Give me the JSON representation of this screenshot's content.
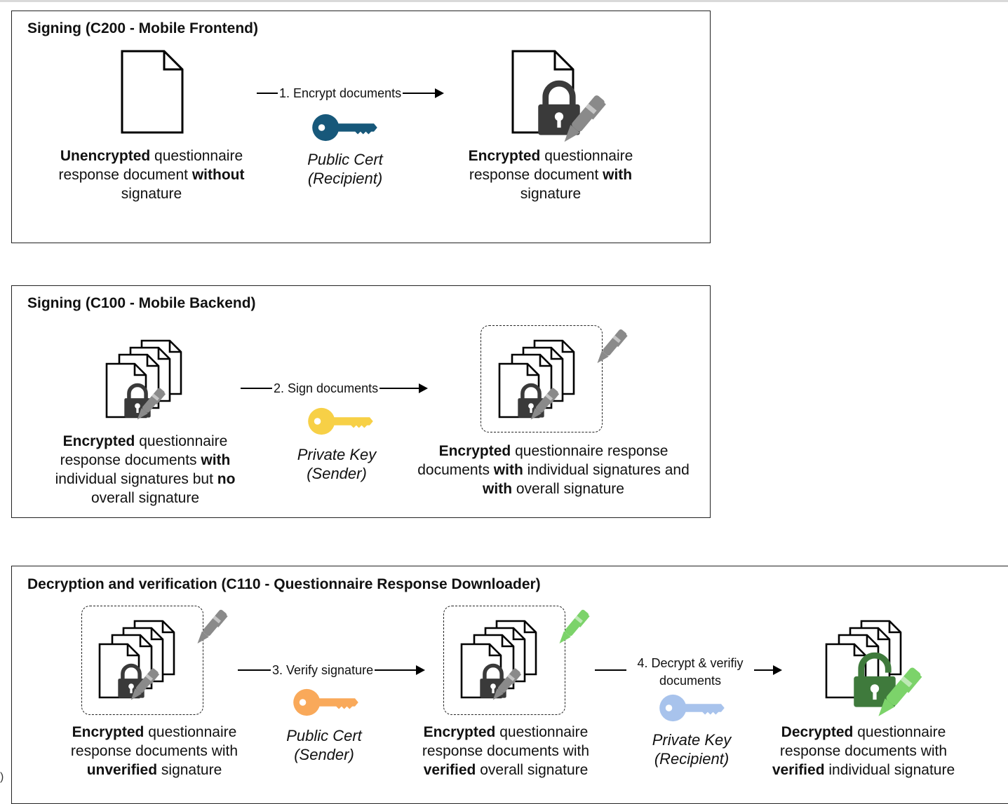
{
  "panels": [
    {
      "title": "Signing (C200 - Mobile Frontend)",
      "steps": [
        {
          "parts": [
            {
              "t": "Unencrypted",
              "b": true
            },
            {
              "t": " questionnaire response document "
            },
            {
              "t": "without",
              "b": true
            },
            {
              "t": " signature"
            }
          ]
        },
        {
          "parts": [
            {
              "t": "Encrypted",
              "b": true
            },
            {
              "t": " questionnaire response document "
            },
            {
              "t": "with",
              "b": true
            },
            {
              "t": " signature"
            }
          ]
        }
      ],
      "arrows": [
        {
          "label": "1. Encrypt documents",
          "key_line1": "Public Cert",
          "key_line2": "(Recipient)",
          "key_color": "#17587a"
        }
      ]
    },
    {
      "title": "Signing (C100 - Mobile Backend)",
      "steps": [
        {
          "parts": [
            {
              "t": "Encrypted",
              "b": true
            },
            {
              "t": " questionnaire response documents "
            },
            {
              "t": "with",
              "b": true
            },
            {
              "t": " individual signatures but "
            },
            {
              "t": "no",
              "b": true
            },
            {
              "t": " overall signature"
            }
          ]
        },
        {
          "parts": [
            {
              "t": "Encrypted",
              "b": true
            },
            {
              "t": " questionnaire response documents "
            },
            {
              "t": "with",
              "b": true
            },
            {
              "t": " individual signatures and "
            },
            {
              "t": "with",
              "b": true
            },
            {
              "t": " overall signature"
            }
          ]
        }
      ],
      "arrows": [
        {
          "label": "2. Sign documents",
          "key_line1": "Private Key",
          "key_line2": "(Sender)",
          "key_color": "#f7d046"
        }
      ]
    },
    {
      "title": "Decryption and verification (C110 - Questionnaire Response Downloader)",
      "steps": [
        {
          "parts": [
            {
              "t": "Encrypted",
              "b": true
            },
            {
              "t": " questionnaire response documents with "
            },
            {
              "t": "unverified",
              "b": true
            },
            {
              "t": " signature"
            }
          ]
        },
        {
          "parts": [
            {
              "t": "Encrypted",
              "b": true
            },
            {
              "t": " questionnaire response documents with "
            },
            {
              "t": "verified",
              "b": true
            },
            {
              "t": " overall signature"
            }
          ]
        },
        {
          "parts": [
            {
              "t": "Decrypted",
              "b": true
            },
            {
              "t": " questionnaire response documents with "
            },
            {
              "t": "verified",
              "b": true
            },
            {
              "t": " individual signature"
            }
          ]
        }
      ],
      "arrows": [
        {
          "label": "3. Verify signature",
          "key_line1": "Public Cert",
          "key_line2": "(Sender)",
          "key_color": "#f9a95a"
        },
        {
          "label": "4. Decrypt & verifiy documents",
          "key_line1": "Private Key",
          "key_line2": "(Recipient)",
          "key_color": "#a8c3ec"
        }
      ]
    }
  ],
  "colors": {
    "lock_dark": "#3a3a3a",
    "lock_green": "#3f7a3c",
    "pen_gray": "#8a8a8a",
    "pen_green": "#7cd36a",
    "pen_dark": "#6a6a6a"
  },
  "icons": [
    "document-icon",
    "document-stack-icon",
    "lock-icon",
    "unlock-icon",
    "pen-icon",
    "key-icon"
  ],
  "edge_mark": ")"
}
